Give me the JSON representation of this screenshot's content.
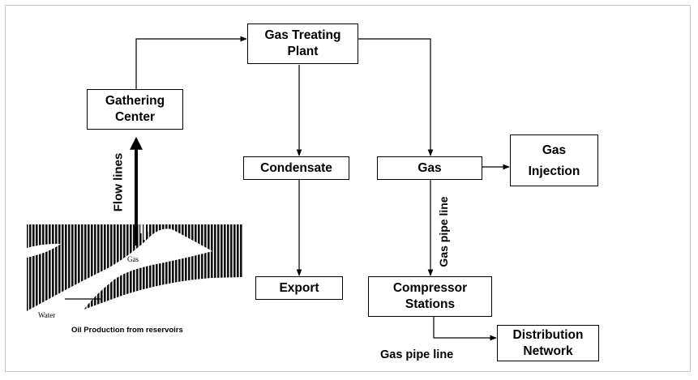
{
  "nodes": {
    "gas_treating_plant": "Gas Treating\nPlant",
    "gathering_center": "Gathering\nCenter",
    "condensate": "Condensate",
    "gas": "Gas",
    "gas_injection": "Gas\n\nInjection",
    "export": "Export",
    "compressor_stations": "Compressor\nStations",
    "distribution_network": "Distribution\nNetwork"
  },
  "labels": {
    "flow_lines": "Flow lines",
    "gas_pipe_line_vertical": "Gas pipe line",
    "gas_pipe_line_bottom": "Gas pipe line",
    "reservoir_caption": "Oil Production from reservoirs"
  },
  "reservoir": {
    "gas_label": "Gas",
    "water_label": "Water"
  }
}
